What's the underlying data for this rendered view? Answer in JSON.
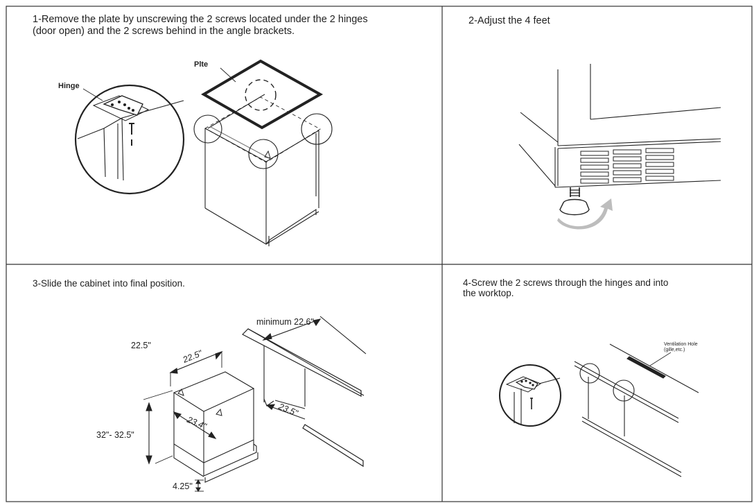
{
  "steps": [
    {
      "text_line1": "1-Remove the plate by unscrewing the 2 screws located under the 2 hinges",
      "text_line2": "(door open) and the 2 screws behind in the angle brackets."
    },
    {
      "text_line1": "2-Adjust the 4 feet"
    },
    {
      "text_line1": "3-Slide the cabinet into final position."
    },
    {
      "text_line1": "4-Screw the 2 screws through the hinges and into",
      "text_line2": "the worktop."
    }
  ],
  "labels": {
    "plate": "Plte",
    "hinge": "Hinge",
    "minimum_depth": "minimum 22.6\"",
    "cabinet_width_top": "22.5\"",
    "cabinet_width_side": "22.5\"",
    "cabinet_depth": "23.4\"",
    "cabinet_height": "32\"- 32.5\"",
    "foot_height": "4.25\"",
    "opening_depth": "23.5\"",
    "ventilation_line1": "Ventilation Hole",
    "ventilation_line2": "(gille,etc.)"
  }
}
